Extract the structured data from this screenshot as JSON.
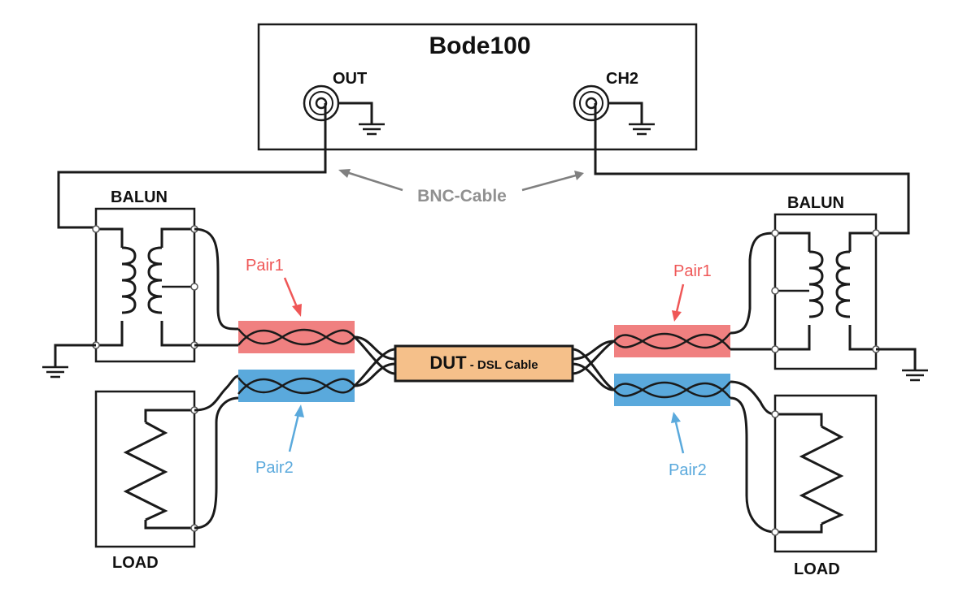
{
  "device": {
    "title": "Bode100",
    "out_label": "OUT",
    "ch2_label": "CH2"
  },
  "cable_label": "BNC-Cable",
  "left": {
    "balun_label": "BALUN",
    "load_label": "LOAD",
    "pair1_label": "Pair1",
    "pair2_label": "Pair2"
  },
  "right": {
    "balun_label": "BALUN",
    "load_label": "LOAD",
    "pair1_label": "Pair1",
    "pair2_label": "Pair2"
  },
  "dut": {
    "main": "DUT",
    "sub": " - DSL Cable"
  },
  "colors": {
    "pair1_fill": "#f08080",
    "pair1_text": "#ef5757",
    "pair2_fill": "#5aa9dc",
    "pair2_text": "#5aa9dc",
    "cable_text": "#909090",
    "dut_fill": "#f5c08a"
  },
  "icons": [
    "bnc-connector-icon",
    "ground-icon",
    "transformer-coil-icon",
    "resistor-icon",
    "twisted-pair-icon"
  ]
}
